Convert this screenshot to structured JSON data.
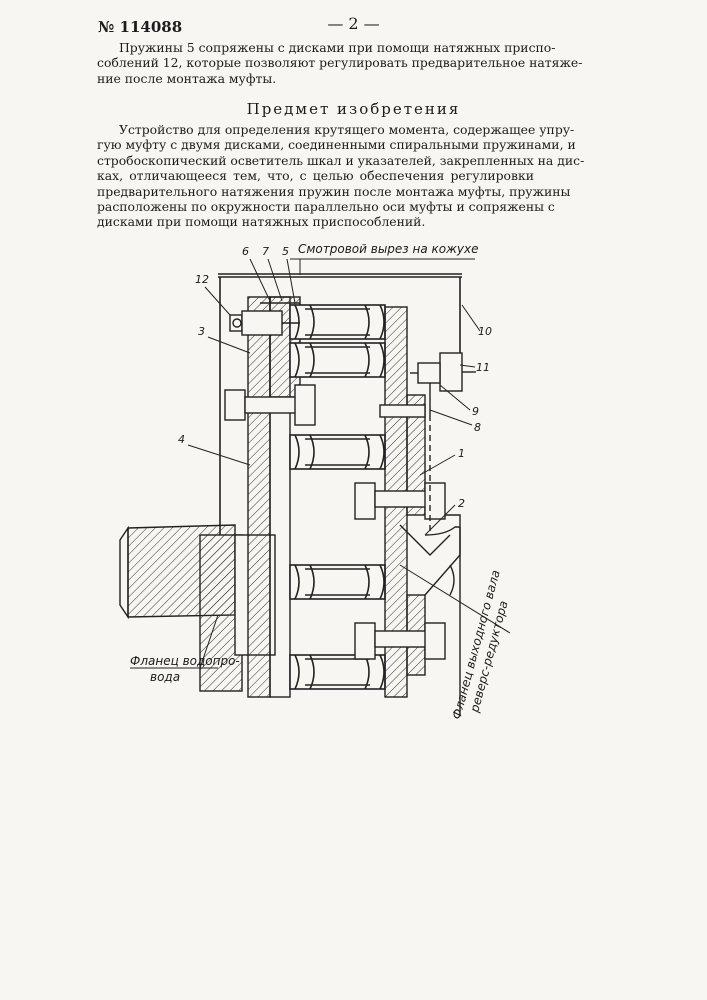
{
  "header": {
    "number": "№ 114088",
    "page": "— 2 —"
  },
  "paragraph1": {
    "lines": [
      "Пружины 5 сопряжены с дисками при помощи натяжных приспо-",
      "соблений 12, которые позволяют регулировать предварительное натяже-",
      "ние после монтажа муфты."
    ]
  },
  "section_title": "Предмет изобретения",
  "claim": {
    "lines": [
      "Устройство для определения крутящего момента, содержащее упру-",
      "гую муфту с двумя дисками, соединенными спиральными пружинами, и",
      "стробоскопический осветитель шкал и указателей, закрепленных на дис-",
      "ках, отличающееся тем, что, с целью обеспечения регулировки",
      "предварительного натяжения пружин после монтажа муфты, пружины",
      "расположены по окружности параллельно оси муфты и сопряжены с",
      "дисками при помощи натяжных приспособлений."
    ]
  },
  "figure": {
    "top_label": "Смотровой вырез на кожухе",
    "left_label_line1": "Фланец водопро-",
    "left_label_line2": "вода",
    "right_label_line1": "Фланец выходного вала",
    "right_label_line2": "реверс-редуктора",
    "numbers": [
      "6",
      "7",
      "5",
      "12",
      "3",
      "4",
      "10",
      "11",
      "9",
      "8",
      "1",
      "2"
    ]
  }
}
